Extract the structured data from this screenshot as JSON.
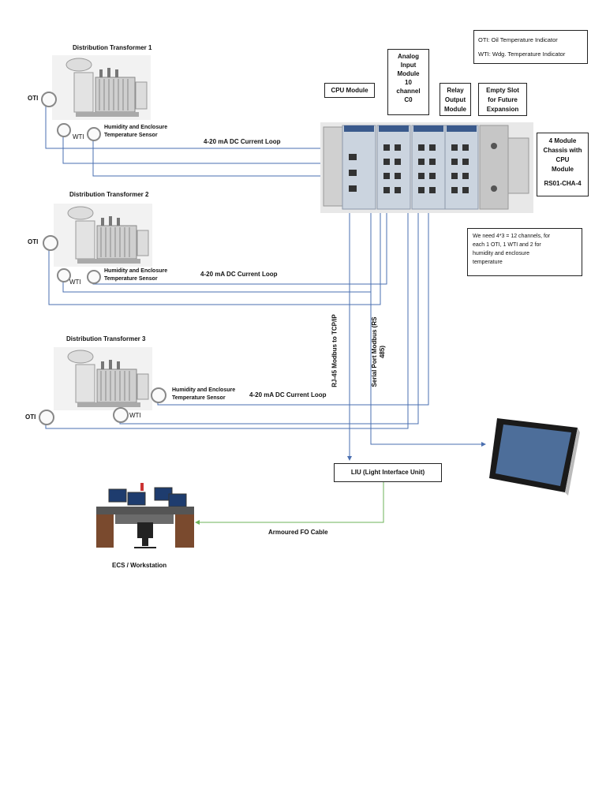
{
  "transformers": [
    {
      "title": "Distribution Transformer 1",
      "oti": "OTI",
      "wti": "WTI",
      "sensor": [
        "Humidity and Enclosure",
        "Temperature Sensor"
      ],
      "loop": "4-20 mA DC Current Loop"
    },
    {
      "title": "Distribution Transformer 2",
      "oti": "OTI",
      "wti": "WTI",
      "sensor": [
        "Humidity and Enclosure",
        "Temperature Sensor"
      ],
      "loop": "4-20 mA DC Current Loop"
    },
    {
      "title": "Distribution Transformer 3",
      "oti": "OTI",
      "wti": "WTI",
      "sensor": [
        "Humidity and Enclosure",
        "Temperature Sensor"
      ],
      "loop": "4-20 mA DC Current Loop"
    }
  ],
  "modules": {
    "cpu": "CPU Module",
    "analog": [
      "Analog",
      "Input",
      "Module",
      "10",
      "channel",
      "C0"
    ],
    "relay": [
      "Relay",
      "Output",
      "Module"
    ],
    "empty": [
      "Empty Slot",
      "for Future",
      "Expansion"
    ],
    "chassis": [
      "4 Module",
      "Chassis with",
      "CPU",
      "Module"
    ],
    "chassis_code": "RS01-CHA-4"
  },
  "legend": {
    "oti": "OTI: Oil Temperature Indicator",
    "wti": "WTI: Wdg. Temperature Indicator"
  },
  "note": [
    "We need 4*3 = 12 channels, for",
    "each 1 OTI, 1 WTI and 2 for",
    "humidity and enclosure",
    "temperature"
  ],
  "links": {
    "rj45": "RJ-45 Modbus to TCP/IP",
    "serial": [
      "Serial Port Modbus (RS",
      "485)"
    ],
    "liu": "LIU (Light Interface Unit)",
    "fo": "Armoured FO Cable",
    "ecs": "ECS / Workstation"
  },
  "colors": {
    "wire": "#4a6fb0",
    "fiber": "#6cb35a",
    "gauge": "#d9d9d9"
  }
}
